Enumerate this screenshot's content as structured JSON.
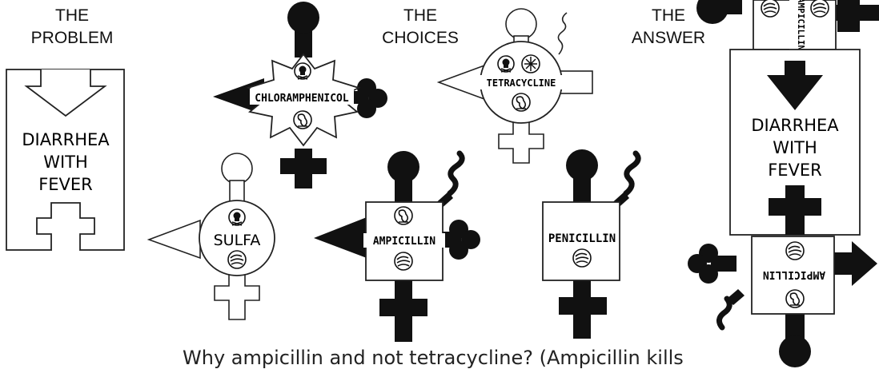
{
  "headers": {
    "problem": [
      "THE",
      "PROBLEM"
    ],
    "choices": [
      "THE",
      "CHOICES"
    ],
    "answer": [
      "THE",
      "ANSWER"
    ]
  },
  "problem_card": {
    "lines": [
      "DIARRHEA",
      "WITH",
      "FEVER"
    ]
  },
  "answer_card": {
    "lines": [
      "DIARRHEA",
      "WITH",
      "FEVER"
    ]
  },
  "drugs": {
    "chloramphenicol": "CHLORAMPHENICOL",
    "tetracycline": "TETRACYCLINE",
    "sulfa": "SULFA",
    "ampicillin": "AMPICILLIN",
    "penicillin": "PENICILLIN",
    "answer_top": "AMPICILLIN",
    "answer_bottom": "AMPICILLIN"
  },
  "caption": "Why ampicillin and not tetracycline? (Ampicillin kills"
}
